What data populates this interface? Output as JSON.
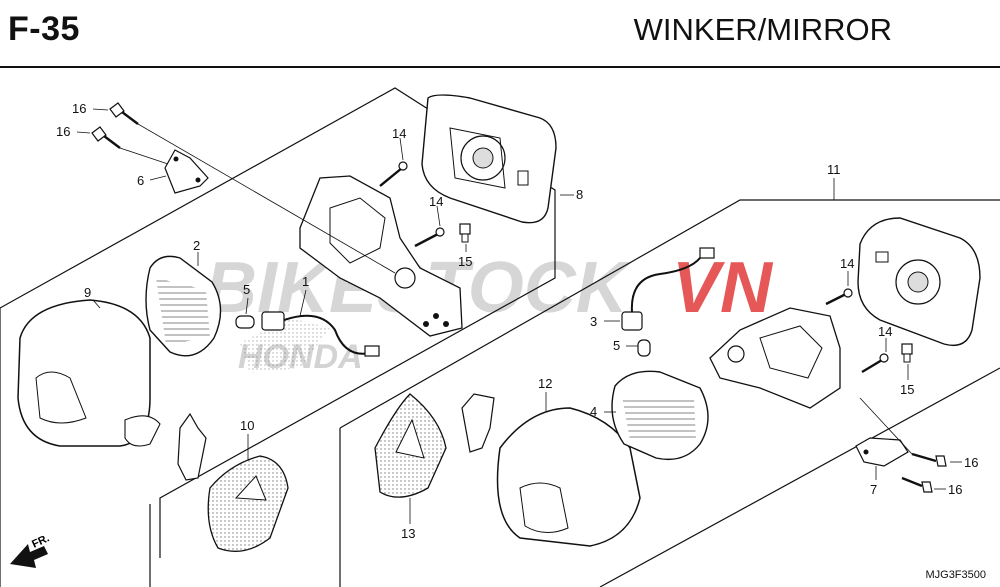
{
  "header": {
    "page_code": "F-35",
    "title": "WINKER/MIRROR"
  },
  "watermark": {
    "text_a": "BIKESTOCK",
    "text_b": "VN",
    "side_text": "HONDA"
  },
  "front_indicator": "FR.",
  "ref_code": "MJG3F3500",
  "callouts": {
    "c1": "1",
    "c2": "2",
    "c3": "3",
    "c4": "4",
    "c5a": "5",
    "c5b": "5",
    "c6": "6",
    "c7": "7",
    "c8": "8",
    "c9": "9",
    "c10": "10",
    "c11": "11",
    "c12": "12",
    "c13": "13",
    "c14a": "14",
    "c14b": "14",
    "c14c": "14",
    "c14d": "14",
    "c15a": "15",
    "c15b": "15",
    "c16a": "16",
    "c16b": "16",
    "c16c": "16",
    "c16d": "16"
  },
  "colors": {
    "ink": "#111111",
    "watermark_red": "#e23a3a",
    "shade": "#bbbbbb"
  }
}
